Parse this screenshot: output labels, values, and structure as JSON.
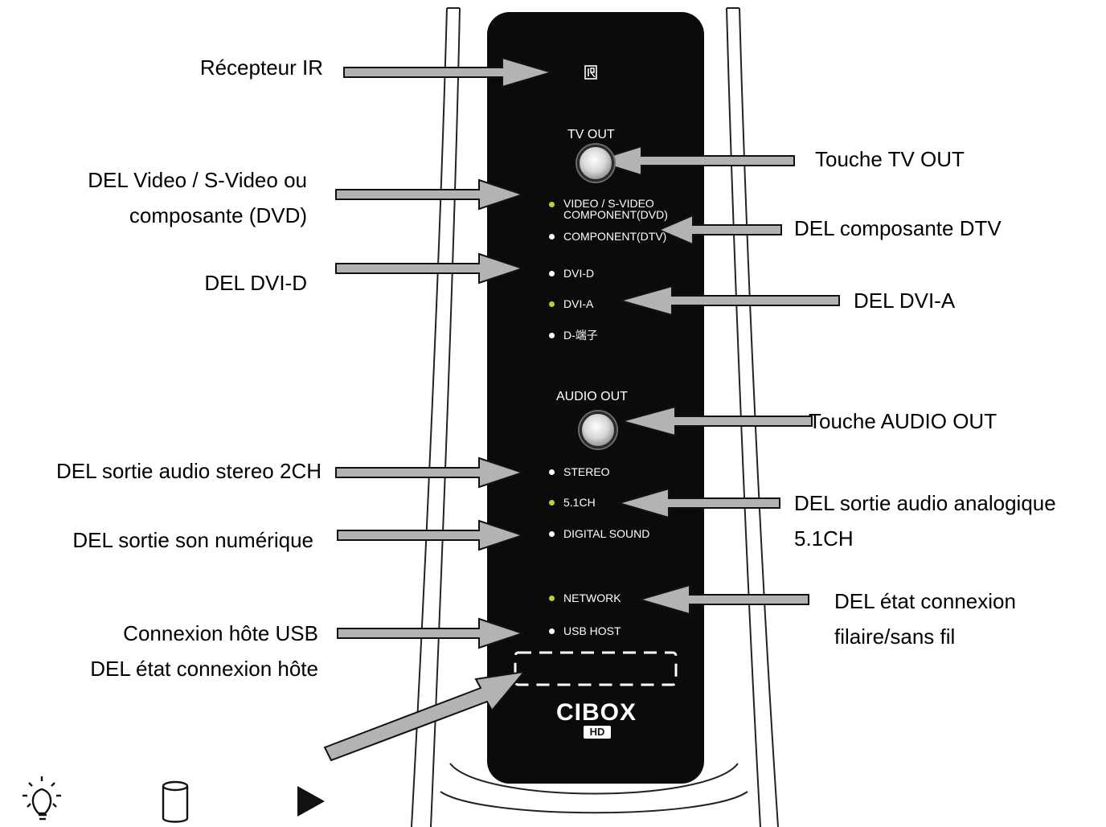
{
  "callouts": {
    "ir_receiver": "Récepteur IR",
    "tv_out_button": "Touche TV OUT",
    "video_led_line1": "DEL Video / S-Video ou",
    "video_led_line2": "composante (DVD)",
    "dtv_led": "DEL composante DTV",
    "dvid_led": "DEL DVI-D",
    "dvia_led": "DEL DVI-A",
    "audio_out_button": "Touche AUDIO OUT",
    "stereo_led": "DEL sortie audio stereo 2CH",
    "analog51_line1": "DEL sortie audio analogique",
    "analog51_line2": "5.1CH",
    "digital_led": "DEL sortie son numérique",
    "network_line1": "DEL état connexion",
    "network_line2": "filaire/sans fil",
    "usb_line1": "Connexion hôte USB",
    "usb_line2": "DEL état connexion hôte"
  },
  "panel": {
    "ir_mark": "IR",
    "tv_out": "TV OUT",
    "video_line1": "VIDEO / S-VIDEO",
    "video_line2": "COMPONENT(DVD)",
    "component_dtv": "COMPONENT(DTV)",
    "dvi_d": "DVI-D",
    "dvi_a": "DVI-A",
    "d_terminal": "D-端子",
    "audio_out": "AUDIO OUT",
    "stereo": "STEREO",
    "ch51": "5.1CH",
    "digital_sound": "DIGITAL SOUND",
    "network": "NETWORK",
    "usb_host": "USB HOST",
    "brand": "CIBOX",
    "badge": "HD"
  },
  "colors": {
    "panel": "#0b0b0b",
    "arrow_fill": "#b3b3b3",
    "led_green": "#b5d334",
    "led_white": "#ffffff"
  },
  "legend_icons": [
    "light-icon",
    "disk-icon",
    "play-icon"
  ]
}
